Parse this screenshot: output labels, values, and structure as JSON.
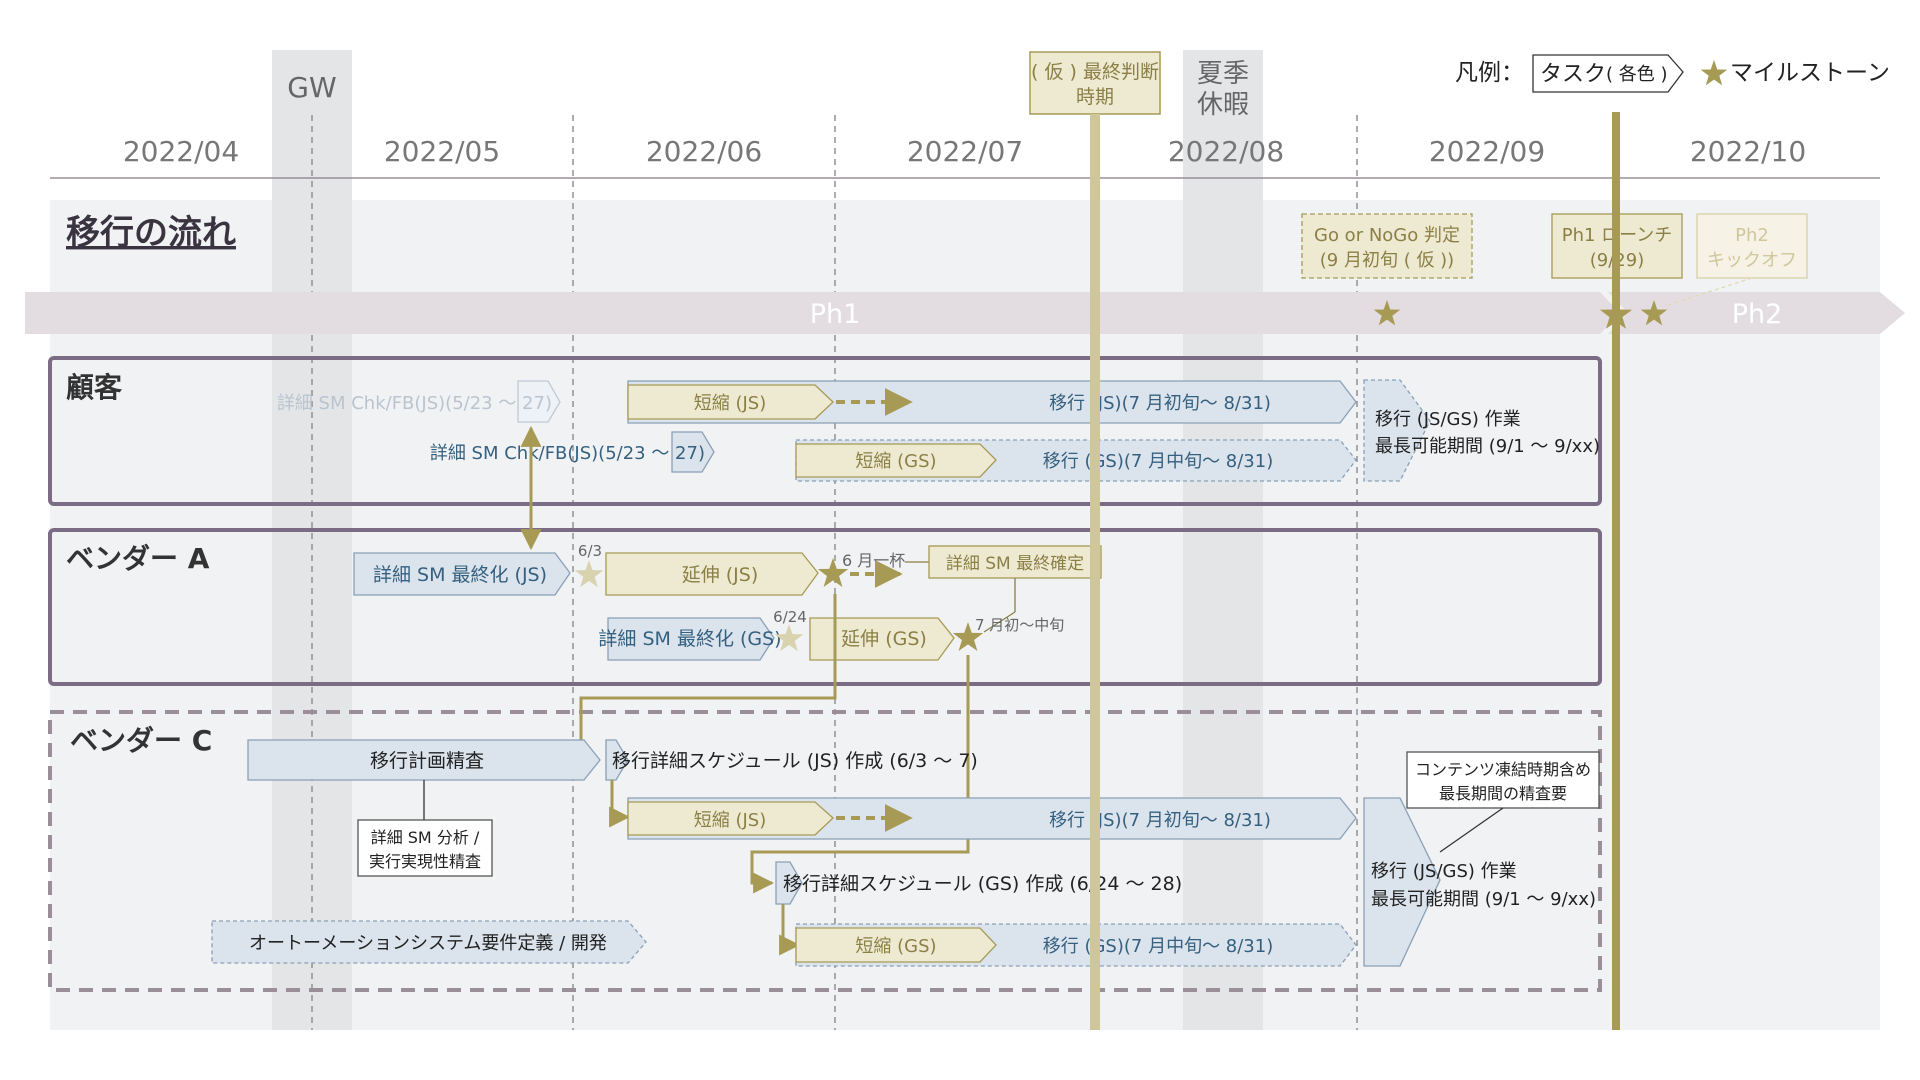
{
  "legend": {
    "label": "凡例：",
    "task_main": "タスク",
    "task_sub": "( 各色 )",
    "milestone": "マイルストーン"
  },
  "gw": "GW",
  "summer": [
    "夏季",
    "休暇"
  ],
  "final_decision": [
    "( 仮 ) 最終判断",
    "時期"
  ],
  "months": [
    "2022/04",
    "2022/05",
    "2022/06",
    "2022/07",
    "2022/08",
    "2022/09",
    "2022/10"
  ],
  "flow_title": "移行の流れ",
  "phases": {
    "ph1": "Ph1",
    "ph2": "Ph2"
  },
  "milestones_top": {
    "gonogo": [
      "Go or NoGo 判定",
      "(9 月初旬 ( 仮 ))"
    ],
    "ph1_launch": [
      "Ph1 ローンチ",
      "(9/29)"
    ],
    "ph2_kickoff": [
      "Ph2",
      "キックオフ"
    ]
  },
  "sections": {
    "customer": "顧客",
    "vendor_a": "ベンダー A",
    "vendor_c": "ベンダー C"
  },
  "customer": {
    "faded_task": "詳細 SM Chk/FB(JS)(5/23 ～ 27)",
    "task": "詳細 SM Chk/FB(JS)(5/23 ～ 27)",
    "short_js": "短縮 (JS)",
    "migrate_js": "移行 (JS)(7 月初旬～ 8/31)",
    "short_gs": "短縮 (GS)",
    "migrate_gs": "移行 (GS)(7 月中旬～ 8/31)",
    "work": [
      "移行 (JS/GS) 作業",
      "最長可能期間 (9/1 ～ 9/xx)"
    ]
  },
  "vendor_a": {
    "final_js": "詳細 SM 最終化 (JS)",
    "date_63": "6/3",
    "extend_js": "延伸 (JS)",
    "june_end": "6 月一杯",
    "sm_confirm": "詳細 SM 最終確定",
    "final_gs": "詳細 SM 最終化 (GS)",
    "date_624": "6/24",
    "extend_gs": "延伸 (GS)",
    "july_early_mid": "7 月初～中旬"
  },
  "vendor_c": {
    "plan": "移行計画精査",
    "note": [
      "詳細 SM 分析 /",
      "実行実現性精査"
    ],
    "sched_js": "移行詳細スケジュール (JS) 作成 (6/3 ～ 7)",
    "short_js": "短縮 (JS)",
    "migrate_js": "移行 (JS)(7 月初旬～ 8/31)",
    "sched_gs": "移行詳細スケジュール (GS) 作成 (6/24 ～ 28)",
    "automation": "オートーメーションシステム要件定義 / 開発",
    "short_gs": "短縮 (GS)",
    "migrate_gs": "移行 (GS)(7 月中旬～ 8/31)",
    "freeze_note": [
      "コンテンツ凍結時期含め",
      "最長期間の精査要"
    ],
    "work": [
      "移行 (JS/GS) 作業",
      "最長可能期間 (9/1 ～ 9/xx)"
    ]
  },
  "colors": {
    "gray_panel": "#f1f2f4",
    "purple": "#7b6b85",
    "gold": "#a79a55",
    "gold_fill": "#eeead2",
    "blue_fill": "#dbe3ec",
    "blue_text": "#35607f",
    "phase_band": "#e3dde2"
  }
}
